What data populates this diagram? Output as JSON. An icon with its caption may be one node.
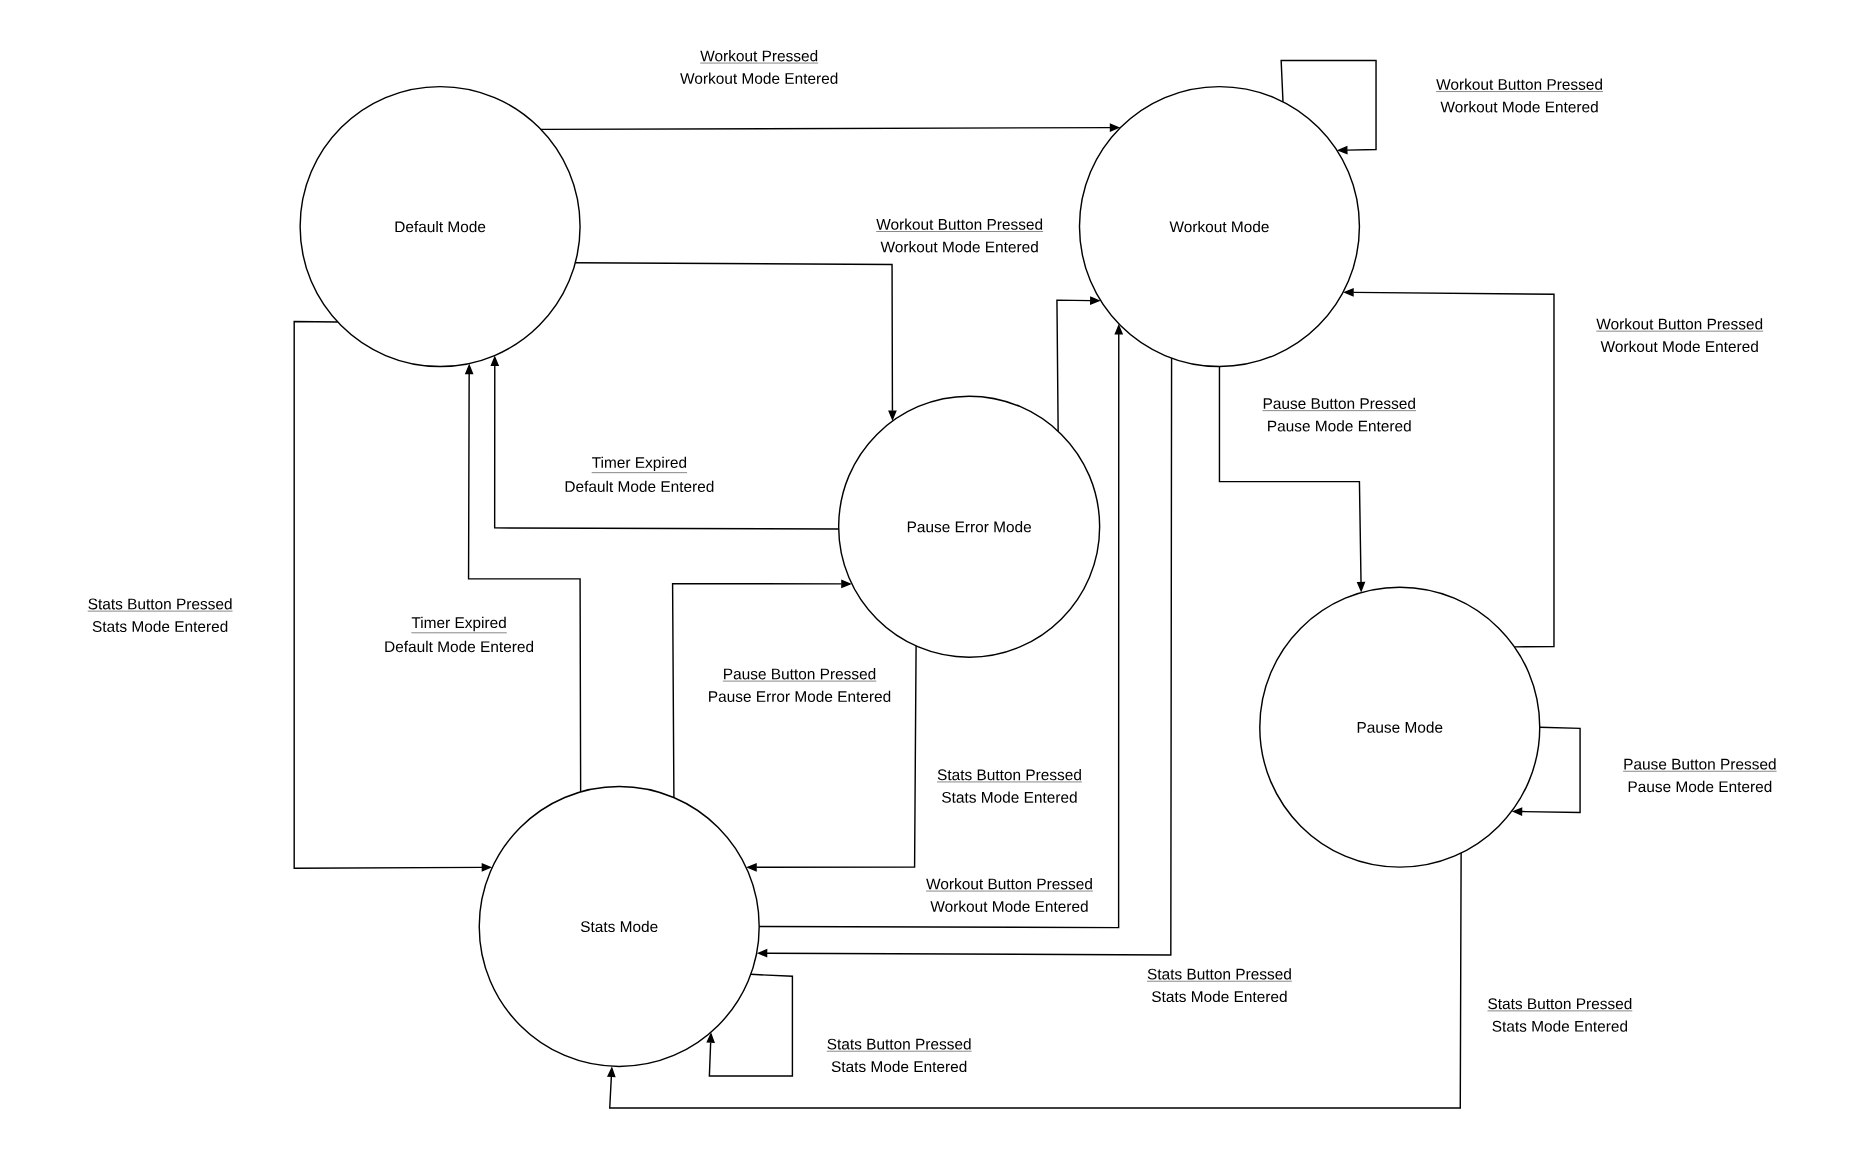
{
  "diagram": {
    "nodes": [
      {
        "text": [
          "Default Mode"
        ]
      },
      {
        "text": [
          "Workout Mode"
        ]
      },
      {
        "text": [
          "Pause Error Mode"
        ]
      },
      {
        "text": [
          "Pause Mode"
        ]
      },
      {
        "text": [
          "Stats Mode"
        ]
      }
    ],
    "edges": [
      {
        "from": 0,
        "to": 1,
        "arrow": "to",
        "label": "Workout Pressed"
      },
      {
        "from": 1,
        "to": 1,
        "arrow": "to",
        "label": "Workout Button Pressed"
      },
      {
        "from": 0,
        "to": 2,
        "arrow": "to"
      },
      {
        "from": 2,
        "to": 1,
        "arrow": "to",
        "label": "Workout Button Pressed"
      },
      {
        "from": 2,
        "to": 0,
        "arrow": "to",
        "label": "Timer Expired"
      },
      {
        "from": 0,
        "to": 4,
        "arrow": "to",
        "label": "Stats Button Pressed"
      },
      {
        "from": 4,
        "to": 0,
        "arrow": "to",
        "label": "Timer Expired"
      },
      {
        "from": 4,
        "to": 2,
        "arrow": "to",
        "label": "Pause Button Pressed"
      },
      {
        "from": 2,
        "to": 4,
        "arrow": "to",
        "label": "Stats Button Pressed"
      },
      {
        "from": 4,
        "to": 1,
        "arrow": "to",
        "label": "Workout Button Pressed"
      },
      {
        "from": 1,
        "to": 4,
        "arrow": "to",
        "label": "Stats Button Pressed"
      },
      {
        "from": 1,
        "to": 3,
        "arrow": "to",
        "label": "Pause Button Pressed"
      },
      {
        "from": 3,
        "to": 1,
        "arrow": "to",
        "label": "Workout Button Pressed"
      },
      {
        "from": 3,
        "to": 3,
        "arrow": "to",
        "label": "Pause Button Pressed"
      },
      {
        "from": 4,
        "to": 4,
        "arrow": "to",
        "label": "Stats Button Pressed"
      },
      {
        "from": 3,
        "to": 4,
        "arrow": "to",
        "label": "Stats Button Pressed"
      }
    ],
    "labels": [
      "Workout Mode Entered",
      "Workout Mode Entered",
      "Workout Mode Entered",
      "Default Mode Entered",
      "Stats Mode Entered",
      "Default Mode Entered",
      "Pause Error Mode Entered",
      "Stats Mode Entered",
      "Workout Mode Entered",
      "Stats Mode Entered",
      "Pause Mode Entered",
      "Workout Mode Entered",
      "Pause Mode Entered",
      "Stats Mode Entered",
      "Stats Mode Entered"
    ]
  }
}
